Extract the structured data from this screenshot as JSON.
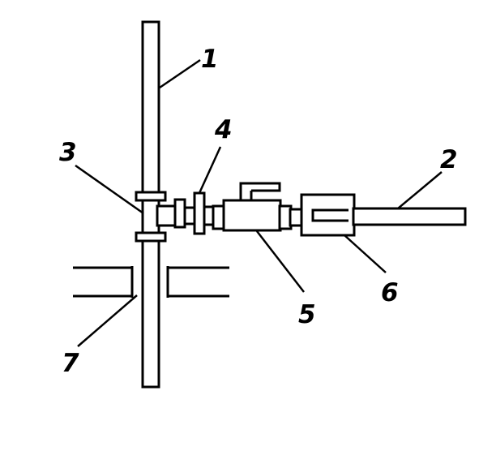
{
  "diagram": {
    "colors": {
      "stroke": "#000000",
      "background": "#ffffff"
    },
    "callouts": [
      {
        "id": "1",
        "label": "1"
      },
      {
        "id": "2",
        "label": "2"
      },
      {
        "id": "3",
        "label": "3"
      },
      {
        "id": "4",
        "label": "4"
      },
      {
        "id": "5",
        "label": "5"
      },
      {
        "id": "6",
        "label": "6"
      },
      {
        "id": "7",
        "label": "7"
      }
    ]
  }
}
